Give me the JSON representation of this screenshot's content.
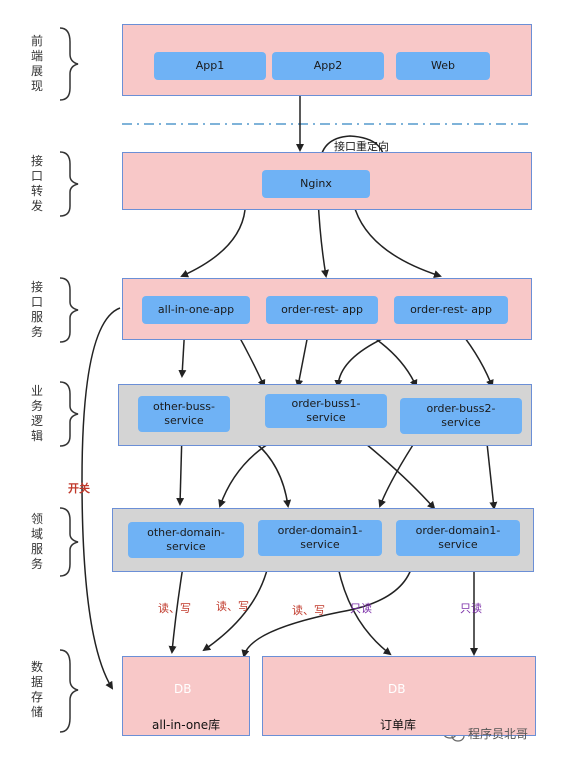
{
  "layers": {
    "frontend": "前\n端\n展\n现",
    "forward": "接\n口\n转\n发",
    "api": "接\n口\n服\n务",
    "business": "业\n务\n逻\n辑",
    "domain": "领\n域\n服\n务",
    "storage": "数\n据\n存\n储"
  },
  "nodes": {
    "app1": "App1",
    "app2": "App2",
    "web": "Web",
    "nginx": "Nginx",
    "all_in_one_app": "all-in-one-app",
    "order_rest_app_1": "order-rest- app",
    "order_rest_app_2": "order-rest- app",
    "other_buss_service": "other-buss-\nservice",
    "order_buss1_service": "order-buss1-\nservice",
    "order_buss2_service": "order-buss2-\nservice",
    "other_domain_service": "other-domain-\nservice",
    "order_domain1_service_a": "order-domain1-\nservice",
    "order_domain1_service_b": "order-domain1-\nservice"
  },
  "edge_labels": {
    "redirect": "接口重定向",
    "switch": "开关",
    "rw1": "读、写",
    "rw2": "读、写",
    "rw3": "读、写",
    "readonly1": "只读",
    "readonly2": "只读"
  },
  "databases": {
    "db1_icon": "DB",
    "db1_name": "all-in-one库",
    "db2_icon": "DB",
    "db2_name": "订单库"
  },
  "watermark": "程序员北哥",
  "colors": {
    "band_pink": "#f8c8c8",
    "band_gray": "#d4d4d4",
    "band_border": "#6b8fd6",
    "node_blue": "#6fb2f5",
    "db_blue": "#3a9be0",
    "divider": "#7fb3d9",
    "label_red": "#c0392b",
    "label_purple": "#7b2fa8"
  }
}
